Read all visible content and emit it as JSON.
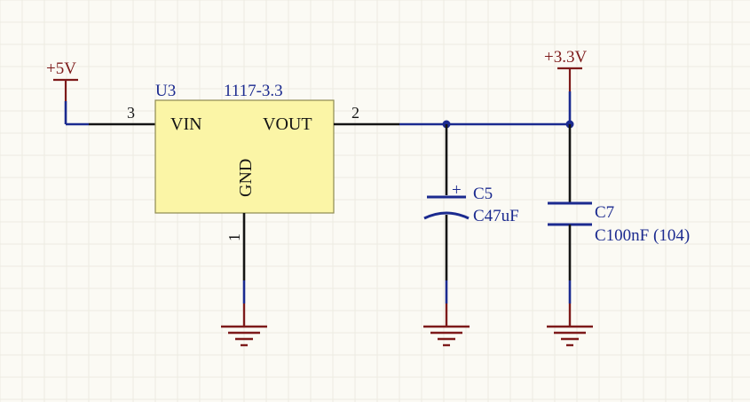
{
  "colors": {
    "background": "#fbfaf4",
    "wire": "#141414",
    "pin_stub": "#1b2a8f",
    "power_port": "#7d1a1a",
    "component_body": "#fbf5a6",
    "designator_text": "#1b2a8f"
  },
  "regulator": {
    "designator": "U3",
    "part": "1117-3.3",
    "pin_vin_label": "VIN",
    "pin_vout_label": "VOUT",
    "pin_gnd_label": "GND",
    "pin_vin_number": "3",
    "pin_vout_number": "2",
    "pin_gnd_number": "1"
  },
  "power_ports": {
    "input": "+5V",
    "output": "+3.3V"
  },
  "capacitors": [
    {
      "designator": "C5",
      "value": "C47uF",
      "polarity_mark": "+"
    },
    {
      "designator": "C7",
      "value": "C100nF (104)"
    }
  ],
  "ground_symbols": [
    {
      "icon": "ground-icon"
    },
    {
      "icon": "ground-icon"
    },
    {
      "icon": "ground-icon"
    }
  ]
}
